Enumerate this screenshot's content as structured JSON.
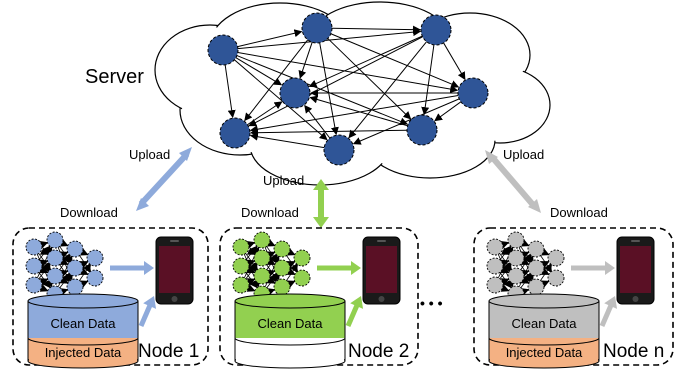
{
  "server": {
    "label": "Server"
  },
  "links": {
    "upload_left": "Upload",
    "upload_middle": "Upload",
    "upload_right": "Upload",
    "download_left": "Download",
    "download_middle": "Download",
    "download_right": "Download"
  },
  "nodes": [
    {
      "label": "Node 1",
      "clean_label": "Clean Data",
      "injected_label": "Injected Data",
      "color": "#8eaadb"
    },
    {
      "label": "Node 2",
      "clean_label": "Clean Data",
      "injected_label": "",
      "color": "#92d050"
    },
    {
      "label": "Node n",
      "clean_label": "Clean Data",
      "injected_label": "Injected Data",
      "color": "#bfbfbf"
    }
  ],
  "ellipsis": "• • •",
  "colors": {
    "server_node": "#2f5597",
    "injected": "#f4b183",
    "phone_screen": "#5a1025",
    "arrow_left": "#8eaadb",
    "arrow_middle": "#92d050",
    "arrow_right": "#bfbfbf"
  }
}
